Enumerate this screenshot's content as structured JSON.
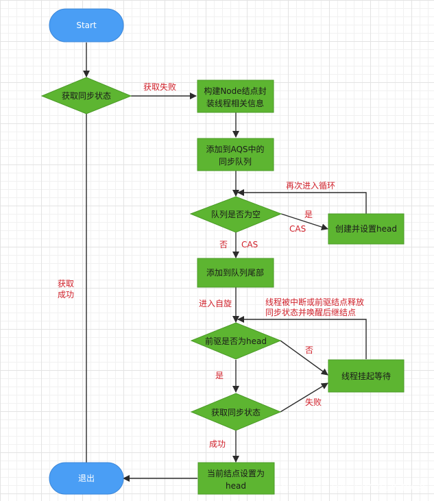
{
  "nodes": {
    "start": "Start",
    "get_sync_state": "获取同步状态",
    "build_node_line1": "构建Node结点封",
    "build_node_line2": "装线程相关信息",
    "add_aqs_line1": "添加到AQS中的",
    "add_aqs_line2": "同步队列",
    "queue_empty": "队列是否为空",
    "create_head": "创建并设置head",
    "add_tail": "添加到队列尾部",
    "prev_is_head": "前驱是否为head",
    "thread_wait": "线程挂起等待",
    "get_sync_state_2": "获取同步状态",
    "set_head_line1": "当前结点设置为",
    "set_head_line2": "head",
    "exit": "退出"
  },
  "edges": {
    "fail": "获取失败",
    "reenter_loop": "再次进入循环",
    "yes": "是",
    "cas": "CAS",
    "no": "否",
    "enter_spin": "进入自旋",
    "interrupt_line1": "线程被中断或前驱结点释放",
    "interrupt_line2": "同步状态并唤醒后继结点",
    "success_line1": "获取",
    "success_line2": "成功",
    "fail2": "失败",
    "success": "成功"
  },
  "watermark": "https://blog.csdn.net/u012549626",
  "colors": {
    "terminal": "#4a9ef5",
    "process": "#5db531",
    "arrow": "#2b2b2b",
    "label": "#d0202a"
  }
}
